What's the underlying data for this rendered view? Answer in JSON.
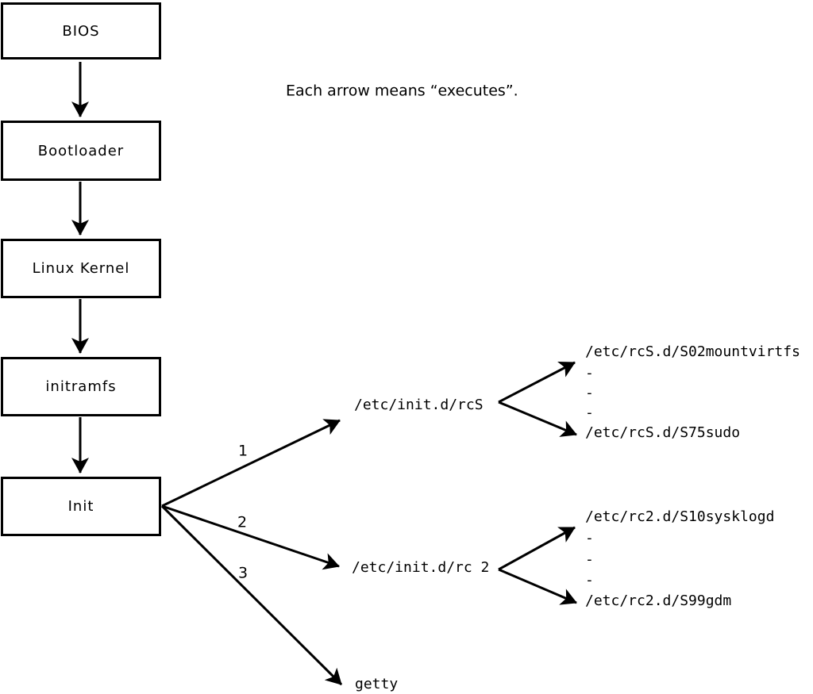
{
  "caption": "Each arrow means “executes”.",
  "boxes": [
    {
      "label": "BIOS"
    },
    {
      "label": "Bootloader"
    },
    {
      "label": "Linux Kernel"
    },
    {
      "label": "initramfs"
    },
    {
      "label": "Init"
    }
  ],
  "init_branches": [
    {
      "number": "1",
      "target": "/etc/init.d/rcS"
    },
    {
      "number": "2",
      "target": "/etc/init.d/rc 2"
    },
    {
      "number": "3",
      "target": "getty"
    }
  ],
  "script_fans": [
    {
      "source": "/etc/init.d/rcS",
      "entries": [
        "/etc/rcS.d/S02mountvirtfs",
        "-",
        "-",
        "-",
        "/etc/rcS.d/S75sudo"
      ]
    },
    {
      "source": "/etc/init.d/rc 2",
      "entries": [
        "/etc/rc2.d/S10sysklogd",
        "-",
        "-",
        "-",
        "/etc/rc2.d/S99gdm"
      ]
    }
  ],
  "colors": {
    "line": "#000000",
    "background": "#ffffff"
  }
}
